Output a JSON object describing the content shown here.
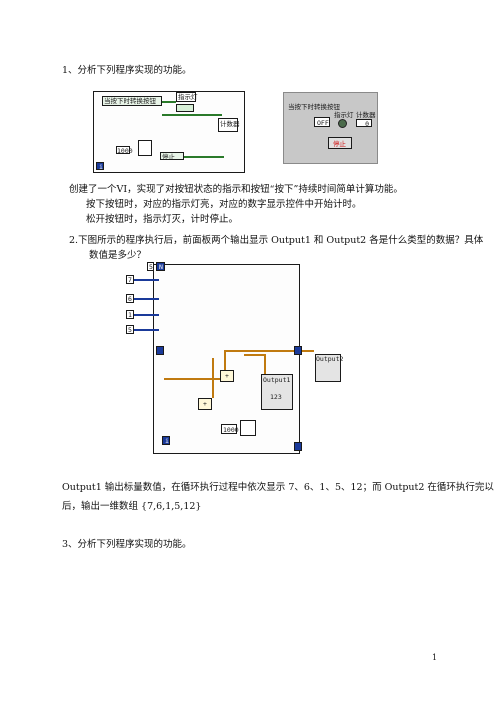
{
  "q1": {
    "title": "1、分析下列程序实现的功能。",
    "diagram": {
      "case_label": "当按下时转换按钮",
      "indicator_label": "指示灯",
      "timer_label": "1000",
      "stop_label": "停止",
      "count_label": "计数器",
      "loop_i": "i"
    },
    "panel": {
      "button_label": "当按下时转换按钮",
      "off_text": "OFF",
      "indicator_label": "指示灯",
      "counter_label": "计数器",
      "counter_value": "0",
      "stop_text": "停止"
    },
    "answer_line1": "创建了一个VI，实现了对按钮状态的指示和按钮“按下”持续时间简单计算功能。",
    "answer_line2": "按下按钮时，对应的指示灯亮，对应的数字显示控件中开始计时。",
    "answer_line3": "松开按钮时，指示灯灭，计时停止。"
  },
  "q2": {
    "title_line1": "2.下图所示的程序执行后，前面板两个输出显示 Output1 和 Output2 各是什么类型的数据？具体",
    "title_line2": "数值是多少？",
    "diagram": {
      "n_label": "N",
      "n_value": "5",
      "inputs": [
        "7",
        "6",
        "1",
        "5"
      ],
      "output1_label": "Output1",
      "output1_value": "123",
      "output2_label": "Output2",
      "timer_value": "1000",
      "loop_i": "i"
    },
    "answer_line1": "Output1 输出标量数值，在循环执行过程中依次显示 7、6、1、5、12；而 Output2 在循环执行完以",
    "answer_line2": "后，输出一维数组 {7,6,1,5,12}"
  },
  "q3": {
    "title": "3、分析下列程序实现的功能。"
  },
  "page_number": "1"
}
